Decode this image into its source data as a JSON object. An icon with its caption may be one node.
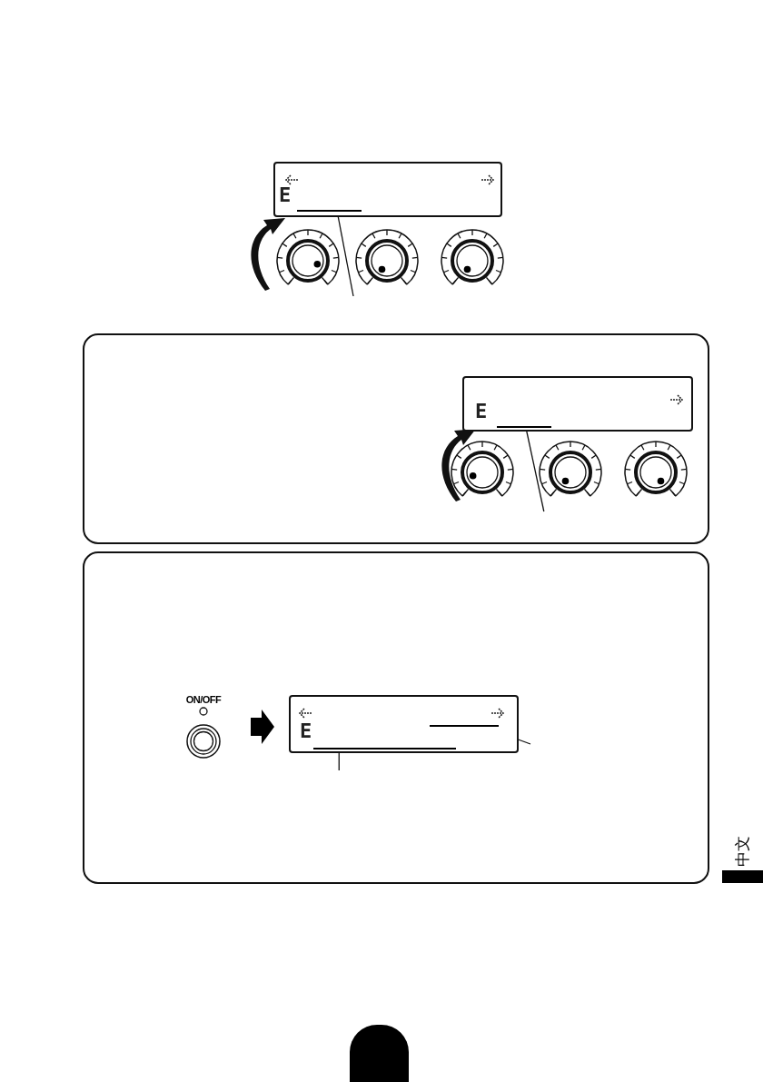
{
  "diagram": {
    "nodes": [
      {
        "text": [
          "E"
        ]
      },
      {
        "text": [],
        "shape": "bar",
        "in": 0
      },
      {
        "text": [
          "E"
        ]
      },
      {
        "text": [],
        "shape": "bar",
        "in": 2
      },
      {
        "text": [
          "ON/OFF"
        ]
      },
      {
        "text": [
          "E"
        ]
      },
      {
        "text": [],
        "shape": "bar",
        "in": 5
      },
      {
        "text": [],
        "shape": "bar",
        "in": 5
      }
    ],
    "edges": [
      {
        "from": null,
        "to": 1,
        "arrow": "none"
      },
      {
        "from": null,
        "to": 3,
        "arrow": "none"
      },
      {
        "from": 4,
        "to": 5,
        "arrow": "to"
      },
      {
        "from": null,
        "to": 6,
        "arrow": "none"
      },
      {
        "from": null,
        "to": 7,
        "arrow": "none"
      }
    ],
    "labels": [
      "中文"
    ]
  }
}
